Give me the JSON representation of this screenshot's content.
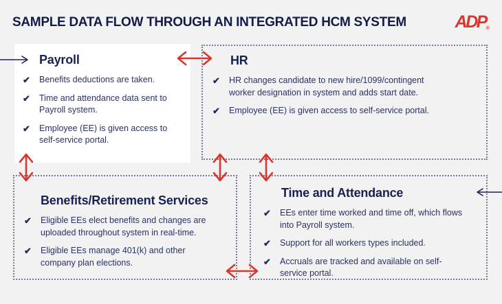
{
  "header": {
    "title": "SAMPLE DATA FLOW THROUGH AN INTEGRATED HCM SYSTEM",
    "logo_text": "ADP",
    "logo_reg": "®"
  },
  "colors": {
    "heading_navy": "#1a2152",
    "body_navy": "#2b3263",
    "arrow_red": "#d8362e",
    "page_background": "#f2f2f3",
    "payroll_box_background": "#ffffff",
    "dotted_border": "#757b93"
  },
  "check_glyph": "✔",
  "boxes": {
    "payroll": {
      "title": "Payroll",
      "items": [
        "Benefits deductions are taken.",
        "Time and attendance data sent to Payroll system.",
        "Employee (EE) is given access to self-service portal."
      ]
    },
    "hr": {
      "title": "HR",
      "items": [
        "HR changes candidate to new hire/1099/contingent worker designation in system and adds start date.",
        "Employee (EE) is given access to self-service portal."
      ]
    },
    "benefits": {
      "title": "Benefits/Retirement Services",
      "items": [
        "Eligible EEs elect benefits and changes are uploaded throughout system in real-time.",
        "Eligible EEs manage 401(k) and other company plan elections."
      ]
    },
    "time_attendance": {
      "title": "Time and Attendance",
      "items": [
        "EEs enter time worked and time off, which flows into Payroll system.",
        "Support for all workers types included.",
        "Accruals are tracked and available on self-service portal."
      ]
    }
  },
  "arrows": [
    {
      "name": "inbound-arrow-to-payroll",
      "between": [
        "outside-left",
        "payroll"
      ],
      "style": "navy-single"
    },
    {
      "name": "payroll-hr-arrow",
      "between": [
        "payroll",
        "hr"
      ],
      "style": "red-double-horizontal"
    },
    {
      "name": "payroll-benefits-arrow",
      "between": [
        "payroll",
        "benefits"
      ],
      "style": "red-double-vertical"
    },
    {
      "name": "hr-benefits-arrow",
      "between": [
        "hr",
        "benefits"
      ],
      "style": "red-double-vertical"
    },
    {
      "name": "hr-time-arrow",
      "between": [
        "hr",
        "time_attendance"
      ],
      "style": "red-double-vertical"
    },
    {
      "name": "benefits-time-arrow",
      "between": [
        "benefits",
        "time_attendance"
      ],
      "style": "red-double-horizontal"
    },
    {
      "name": "inbound-arrow-to-time",
      "between": [
        "outside-right",
        "time_attendance"
      ],
      "style": "navy-single"
    }
  ]
}
